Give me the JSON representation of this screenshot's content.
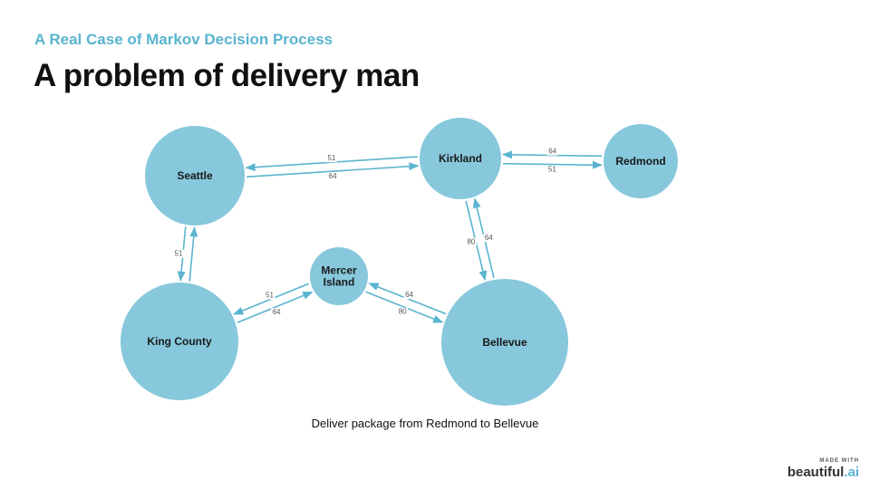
{
  "header": {
    "subtitle": "A Real Case of Markov Decision Process",
    "title": "A problem of delivery man"
  },
  "caption": "Deliver package from Redmond to Bellevue",
  "colors": {
    "node_fill": "#87c8dc",
    "edge": "#5ab4cf",
    "accent": "#5ab4cf",
    "edge_label": "#555555"
  },
  "nodes": [
    {
      "id": "seattle",
      "label": [
        "Seattle"
      ]
    },
    {
      "id": "kirkland",
      "label": [
        "Kirkland"
      ]
    },
    {
      "id": "redmond",
      "label": [
        "Redmond"
      ]
    },
    {
      "id": "mercer",
      "label": [
        "Mercer",
        "Island"
      ]
    },
    {
      "id": "king",
      "label": [
        "King County"
      ]
    },
    {
      "id": "bellevue",
      "label": [
        "Bellevue"
      ]
    }
  ],
  "edges": [
    {
      "from": "kirkland",
      "to": "seattle",
      "weight": "51"
    },
    {
      "from": "seattle",
      "to": "kirkland",
      "weight": "64"
    },
    {
      "from": "redmond",
      "to": "kirkland",
      "weight": "64"
    },
    {
      "from": "kirkland",
      "to": "redmond",
      "weight": "51"
    },
    {
      "from": "seattle",
      "to": "king",
      "weight": "51"
    },
    {
      "from": "king",
      "to": "seattle",
      "weight": ""
    },
    {
      "from": "mercer",
      "to": "king",
      "weight": "51"
    },
    {
      "from": "king",
      "to": "mercer",
      "weight": "64"
    },
    {
      "from": "bellevue",
      "to": "mercer",
      "weight": "64"
    },
    {
      "from": "mercer",
      "to": "bellevue",
      "weight": "80"
    },
    {
      "from": "bellevue",
      "to": "kirkland",
      "weight": "64"
    },
    {
      "from": "kirkland",
      "to": "bellevue",
      "weight": "80"
    }
  ],
  "brand": {
    "top": "MADE WITH",
    "name": "beautiful",
    "suffix": ".ai"
  }
}
